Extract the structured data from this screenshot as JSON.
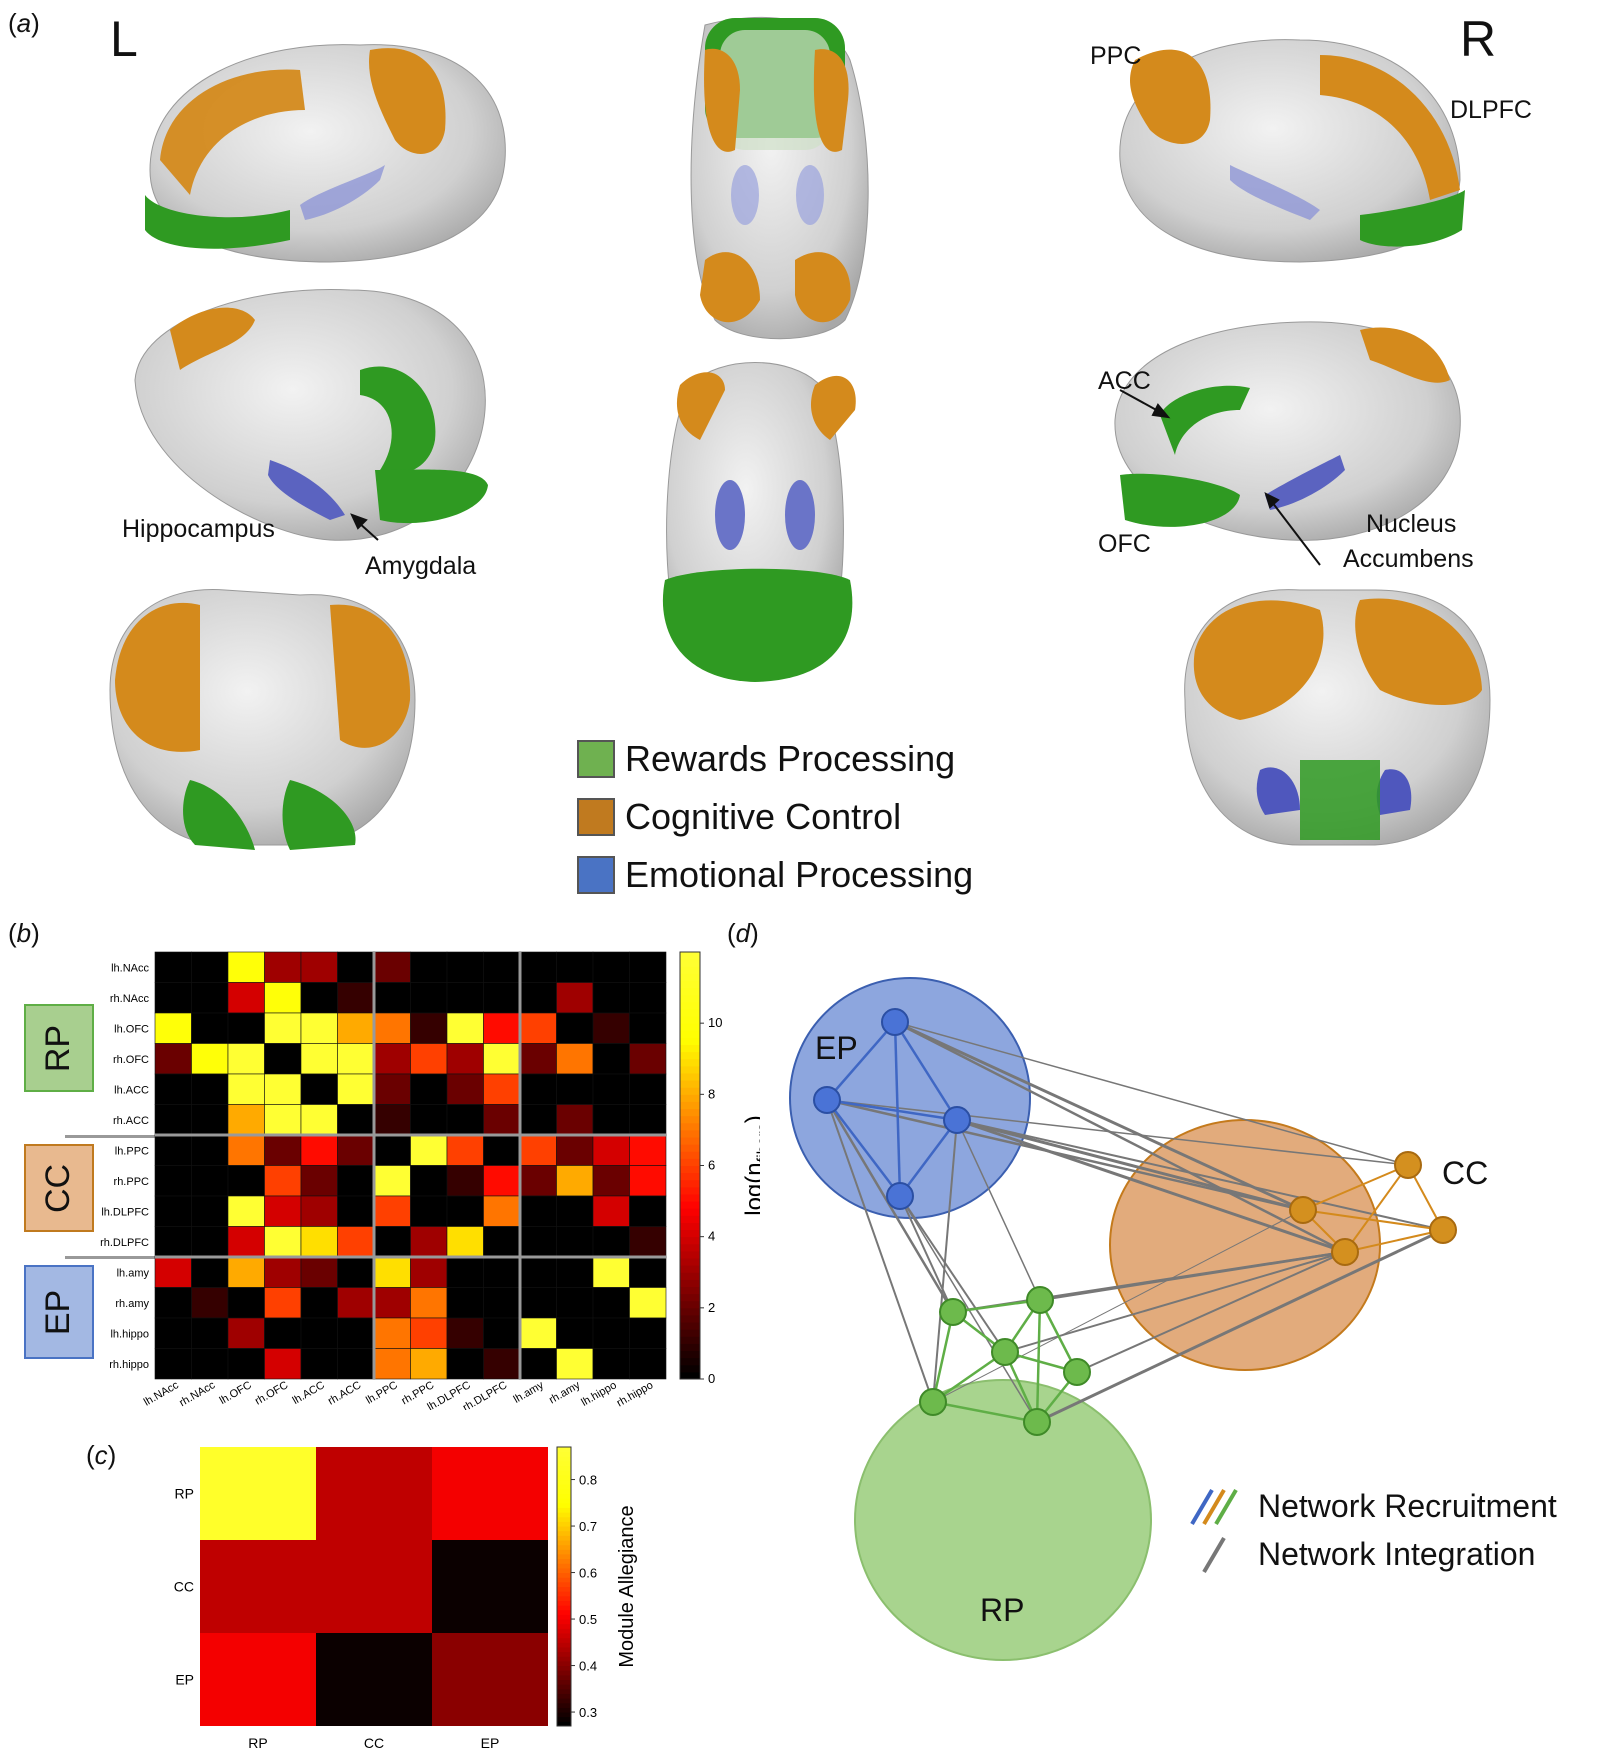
{
  "panels": {
    "a": "a",
    "b": "b",
    "c": "c",
    "d": "d"
  },
  "panel_a": {
    "left_letter": "L",
    "right_letter": "R",
    "labels": {
      "hippocampus": "Hippocampus",
      "amygdala": "Amygdala",
      "ppc": "PPC",
      "dlpfc": "DLPFC",
      "acc": "ACC",
      "ofc": "OFC",
      "nucleus_accumbens_line1": "Nucleus",
      "nucleus_accumbens_line2": "Accumbens"
    },
    "legend": [
      {
        "label": "Rewards Processing",
        "color": "#5fae46"
      },
      {
        "label": "Cognitive Control",
        "color": "#c07a1f"
      },
      {
        "label": "Emotional Processing",
        "color": "#4a73c4"
      }
    ],
    "colors": {
      "reward": "#3aa12a",
      "cognitive": "#d48a1c",
      "emotional": "#6a74c8",
      "brain": "#d4d4d4"
    }
  },
  "chart_data": [
    {
      "type": "heatmap",
      "panel": "b",
      "rows": [
        "lh.NAcc",
        "rh.NAcc",
        "lh.OFC",
        "rh.OFC",
        "lh.ACC",
        "rh.ACC",
        "lh.PPC",
        "rh.PPC",
        "lh.DLPFC",
        "rh.DLPFC",
        "lh.amy",
        "rh.amy",
        "lh.hippo",
        "rh.hippo"
      ],
      "columns": [
        "lh.NAcc",
        "rh.NAcc",
        "lh.OFC",
        "rh.OFC",
        "lh.ACC",
        "rh.ACC",
        "lh.PPC",
        "rh.PPC",
        "lh.DLPFC",
        "rh.DLPFC",
        "lh.amy",
        "rh.amy",
        "lh.hippo",
        "rh.hippo"
      ],
      "values": [
        [
          0,
          0,
          10,
          3,
          3,
          0,
          2,
          0,
          0,
          0,
          0,
          0,
          0,
          0
        ],
        [
          0,
          0,
          4,
          10,
          0,
          1,
          0,
          0,
          0,
          0,
          0,
          3,
          0,
          0
        ],
        [
          10,
          0,
          0,
          12,
          12,
          8,
          7,
          1,
          12,
          5,
          6,
          0,
          1,
          0
        ],
        [
          2,
          10,
          12,
          0,
          12,
          12,
          3,
          6,
          3,
          12,
          2,
          7,
          0,
          2
        ],
        [
          0,
          0,
          12,
          12,
          0,
          12,
          2,
          0,
          2,
          6,
          0,
          0,
          0,
          0
        ],
        [
          0,
          0,
          8,
          12,
          12,
          0,
          1,
          0,
          0,
          2,
          0,
          2,
          0,
          0
        ],
        [
          0,
          0,
          7,
          2,
          5,
          2,
          0,
          12,
          6,
          0,
          6,
          2,
          4,
          5
        ],
        [
          0,
          0,
          0,
          6,
          2,
          0,
          12,
          0,
          1,
          5,
          2,
          8,
          2,
          5
        ],
        [
          0,
          0,
          12,
          4,
          3,
          0,
          6,
          0,
          0,
          7,
          0,
          0,
          4,
          0
        ],
        [
          0,
          0,
          4,
          12,
          9,
          6,
          0,
          3,
          9,
          0,
          0,
          0,
          0,
          1
        ],
        [
          4,
          0,
          8,
          3,
          2,
          0,
          9,
          3,
          0,
          0,
          0,
          0,
          12,
          0
        ],
        [
          0,
          1,
          0,
          6,
          0,
          3,
          3,
          7,
          0,
          0,
          0,
          0,
          0,
          12
        ],
        [
          0,
          0,
          3,
          0,
          0,
          0,
          7,
          6,
          1,
          0,
          12,
          0,
          0,
          0
        ],
        [
          0,
          0,
          0,
          4,
          0,
          0,
          7,
          8,
          0,
          1,
          0,
          12,
          0,
          0
        ]
      ],
      "groups": [
        {
          "name": "RP",
          "rows": [
            0,
            5
          ],
          "color": "#a8cf8f",
          "border": "#5fae46"
        },
        {
          "name": "CC",
          "rows": [
            6,
            9
          ],
          "color": "#e8b98f",
          "border": "#c07a1f"
        },
        {
          "name": "EP",
          "rows": [
            10,
            13
          ],
          "color": "#a3b8e3",
          "border": "#4a73c4"
        }
      ],
      "colorbar": {
        "label": "log(n",
        "label_sub": "fibers",
        "label_close": ")",
        "range": [
          0,
          12
        ],
        "ticks": [
          0,
          2,
          4,
          6,
          8,
          10
        ]
      }
    },
    {
      "type": "heatmap",
      "panel": "c",
      "rows": [
        "RP",
        "CC",
        "EP"
      ],
      "columns": [
        "RP",
        "CC",
        "EP"
      ],
      "values": [
        [
          0.85,
          0.45,
          0.5
        ],
        [
          0.45,
          0.45,
          0.28
        ],
        [
          0.5,
          0.28,
          0.4
        ]
      ],
      "colorbar": {
        "label": "Module Allegiance",
        "range": [
          0.27,
          0.87
        ],
        "ticks": [
          0.3,
          0.4,
          0.5,
          0.6,
          0.7,
          0.8
        ]
      }
    }
  ],
  "panel_d": {
    "modules": [
      {
        "name": "EP",
        "color": "#5a7fd0",
        "fill": "#8da6de",
        "stroke": "#3b5fb0"
      },
      {
        "name": "CC",
        "color": "#d4923f",
        "fill": "#e2ab7c",
        "stroke": "#c47a1c"
      },
      {
        "name": "RP",
        "color": "#7cc05a",
        "fill": "#a8d48e",
        "stroke": "#5f9f3e"
      }
    ],
    "legend": {
      "recruitment": "Network Recruitment",
      "integration": "Network Integration"
    }
  }
}
